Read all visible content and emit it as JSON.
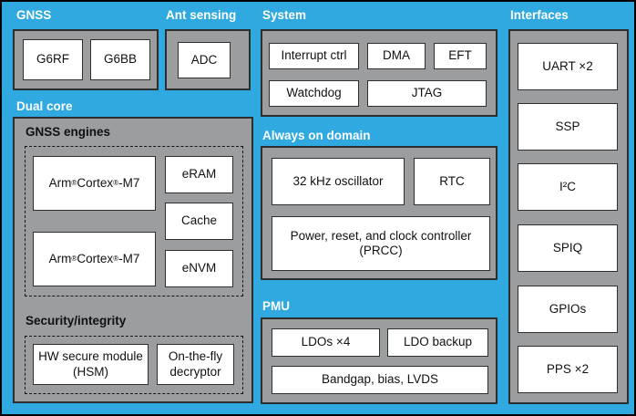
{
  "colors": {
    "background": "#2FA9E0",
    "panel_fill": "#9B9D9F",
    "panel_border": "#2E2E2E",
    "block_fill": "#FFFFFF",
    "block_border": "#2E2E2E",
    "section_label_text": "#FFFFFF",
    "inner_label_text": "#101010",
    "block_text": "#111111",
    "outer_border": "#000000"
  },
  "sections": {
    "gnss": {
      "label": "GNSS",
      "blocks": {
        "g6rf": "G6RF",
        "g6bb": "G6BB"
      }
    },
    "ant_sensing": {
      "label": "Ant sensing",
      "blocks": {
        "adc": "ADC"
      }
    },
    "system": {
      "label": "System",
      "blocks": {
        "interrupt_ctrl": "Interrupt ctrl",
        "dma": "DMA",
        "eft": "EFT",
        "watchdog": "Watchdog",
        "jtag": "JTAG"
      }
    },
    "interfaces": {
      "label": "Interfaces",
      "blocks": {
        "uart": "UART ×2",
        "ssp": "SSP",
        "i2c": "I²C",
        "spiq": "SPIQ",
        "gpios": "GPIOs",
        "pps": "PPS ×2"
      }
    },
    "dual_core": {
      "label": "Dual core",
      "gnss_engines": {
        "label": "GNSS engines",
        "blocks": {
          "cpu1": "Arm® Cortex®-M7",
          "cpu2": "Arm® Cortex®-M7",
          "eram": "eRAM",
          "cache": "Cache",
          "envm": "eNVM"
        }
      },
      "security": {
        "label": "Security/integrity",
        "blocks": {
          "hsm": "HW secure module (HSM)",
          "otf_decryptor": "On-the-fly decryptor"
        }
      }
    },
    "always_on": {
      "label": "Always on domain",
      "blocks": {
        "oscillator": "32 kHz oscillator",
        "rtc": "RTC",
        "prcc": "Power, reset, and clock controller (PRCC)"
      }
    },
    "pmu": {
      "label": "PMU",
      "blocks": {
        "ldos": "LDOs ×4",
        "ldo_backup": "LDO backup",
        "bandgap": "Bandgap, bias, LVDS"
      }
    }
  }
}
